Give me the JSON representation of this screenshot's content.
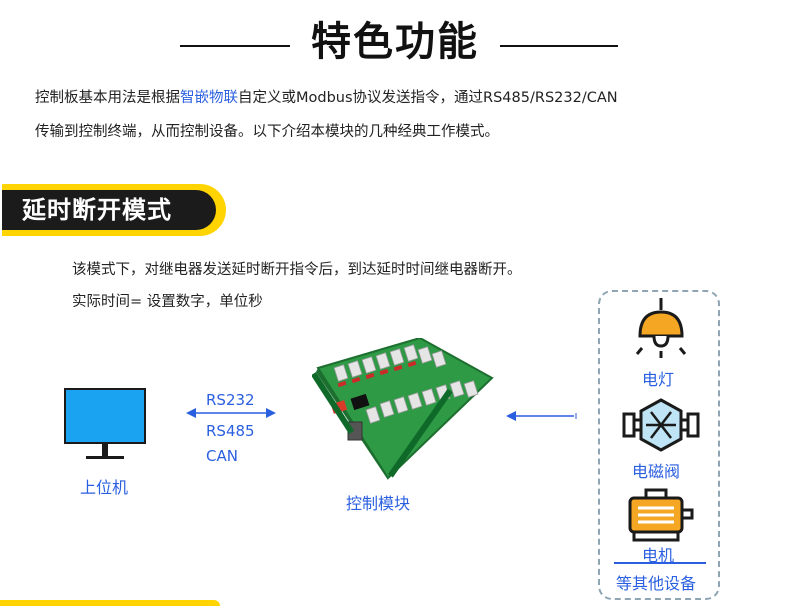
{
  "title": "特色功能",
  "intro": {
    "line1_before": "控制板基本用法是根据",
    "line1_highlight": "智嵌物联",
    "line1_after": "自定义或Modbus协议发送指令，通过RS485/RS232/CAN",
    "line2": "传输到控制终端，从而控制设备。以下介绍本模块的几种经典工作模式。"
  },
  "mode": {
    "title": "延时断开模式",
    "desc1": "该模式下，对继电器发送延时断开指令后，到达延时时间继电器断开。",
    "desc2": "实际时间= 设置数字，单位秒"
  },
  "diagram": {
    "host_label": "上位机",
    "protocols": [
      "RS232",
      "RS485",
      "CAN"
    ],
    "board_label": "控制模块",
    "devices": {
      "lamp": "电灯",
      "valve": "电磁阀",
      "motor": "电机",
      "others": "等其他设备"
    }
  },
  "colors": {
    "accent_blue": "#2a5fe0",
    "badge_yellow": "#ffd400",
    "badge_dark": "#1b1b1b",
    "monitor_fill": "#1aa3f0",
    "icon_orange": "#f5a623"
  }
}
